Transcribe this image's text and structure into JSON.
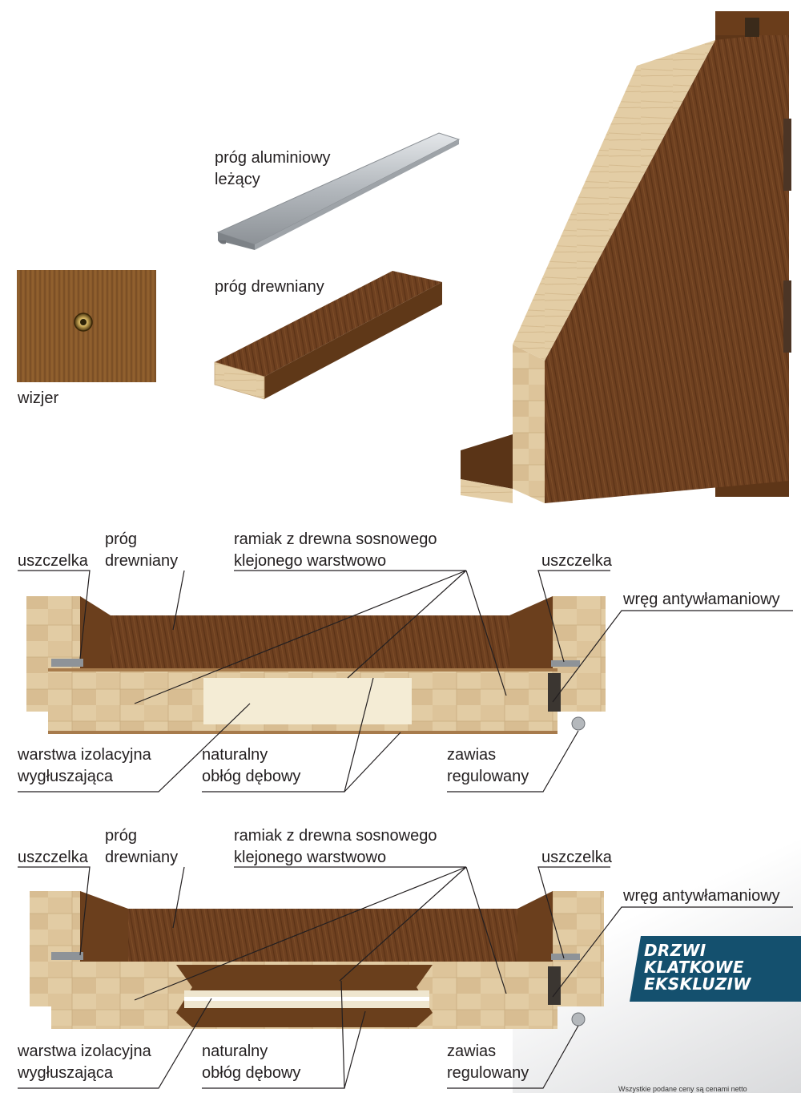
{
  "products": {
    "threshold_aluminium": "próg aluminiowy\nleżący",
    "threshold_wood": "próg drewniany",
    "peephole": "wizjer"
  },
  "sections": [
    {
      "threshold": "próg\ndrewniany",
      "frame": "ramiak z drewna sosnowego\nklejonego warstwowo",
      "seal_left": "uszczelka",
      "seal_right": "uszczelka",
      "anti_burglary": "wręg antywłamaniowy",
      "insulation": "warstwa izolacyjna\nwygłuszająca",
      "oak_veneer": "naturalny\nobłóg dębowy",
      "hinge": "zawias\nregulowany"
    },
    {
      "threshold": "próg\ndrewniany",
      "frame": "ramiak z drewna sosnowego\nklejonego warstwowo",
      "seal_left": "uszczelka",
      "seal_right": "uszczelka",
      "anti_burglary": "wręg antywłamaniowy",
      "insulation": "warstwa izolacyjna\nwygłuszająca",
      "oak_veneer": "naturalny\nobłóg dębowy",
      "hinge": "zawias\nregulowany"
    }
  ],
  "badge": {
    "text": "DRZWI\nKLATKOWE\nEKSKLUZIW",
    "color": "#14506e"
  },
  "footnote": "Wszystkie podane ceny są cenami netto",
  "colors": {
    "oak_dark": "#5a3417",
    "oak_mid": "#7b4a22",
    "pine_light": "#e6d0a8",
    "aluminium": "#b8bcc0"
  }
}
